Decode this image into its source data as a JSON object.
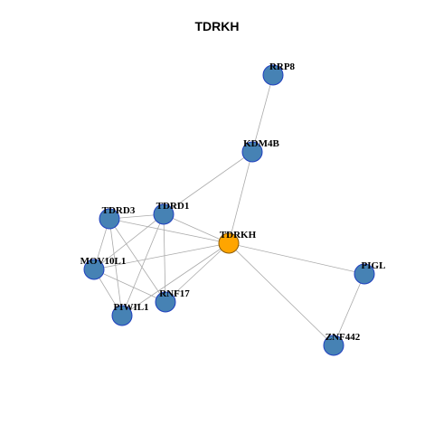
{
  "title": "TDRKH",
  "colors": {
    "node_fill": "#4682B4",
    "node_stroke": "#1F3FBF",
    "center_fill": "#FFA500",
    "center_stroke": "#8B5A00",
    "edge": "#AAAAAA"
  },
  "nodes": [
    {
      "id": "RRP8",
      "label": "RRP8",
      "center": false
    },
    {
      "id": "KDM4B",
      "label": "KDM4B",
      "center": false
    },
    {
      "id": "TDRD1",
      "label": "TDRD1",
      "center": false
    },
    {
      "id": "TDRD3",
      "label": "TDRD3",
      "center": false
    },
    {
      "id": "TDRKH",
      "label": "TDRKH",
      "center": true
    },
    {
      "id": "MOV10L1",
      "label": "MOV10L1",
      "center": false
    },
    {
      "id": "PIGL",
      "label": "PIGL",
      "center": false
    },
    {
      "id": "RNF17",
      "label": "RNF17",
      "center": false
    },
    {
      "id": "PIWIL1",
      "label": "PIWIL1",
      "center": false
    },
    {
      "id": "ZNF442",
      "label": "ZNF442",
      "center": false
    }
  ],
  "edges": [
    [
      "RRP8",
      "KDM4B"
    ],
    [
      "KDM4B",
      "TDRKH"
    ],
    [
      "KDM4B",
      "TDRD1"
    ],
    [
      "TDRD1",
      "TDRD3"
    ],
    [
      "TDRD1",
      "TDRKH"
    ],
    [
      "TDRD1",
      "MOV10L1"
    ],
    [
      "TDRD1",
      "RNF17"
    ],
    [
      "TDRD1",
      "PIWIL1"
    ],
    [
      "TDRD3",
      "TDRKH"
    ],
    [
      "TDRD3",
      "MOV10L1"
    ],
    [
      "TDRD3",
      "RNF17"
    ],
    [
      "TDRD3",
      "PIWIL1"
    ],
    [
      "TDRKH",
      "MOV10L1"
    ],
    [
      "TDRKH",
      "RNF17"
    ],
    [
      "TDRKH",
      "PIWIL1"
    ],
    [
      "TDRKH",
      "PIGL"
    ],
    [
      "TDRKH",
      "ZNF442"
    ],
    [
      "MOV10L1",
      "RNF17"
    ],
    [
      "MOV10L1",
      "PIWIL1"
    ],
    [
      "PIGL",
      "ZNF442"
    ]
  ]
}
